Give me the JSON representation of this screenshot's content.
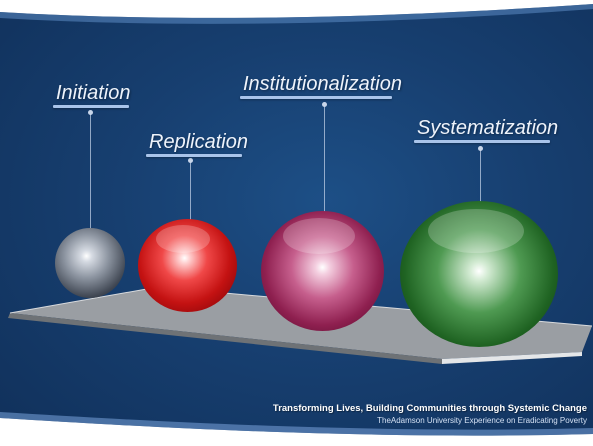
{
  "stages": [
    {
      "id": "initiation",
      "label": "Initiation"
    },
    {
      "id": "replication",
      "label": "Replication"
    },
    {
      "id": "institutionalization",
      "label": "Institutionalization"
    },
    {
      "id": "systematization",
      "label": "Systematization"
    }
  ],
  "footer": {
    "title": "Transforming Lives, Building Communities through Systemic Change",
    "subtitle": "TheAdamson University  Experience on Eradicating Poverty"
  },
  "colors": {
    "background": "#173f70",
    "label_text": "#eef3fb",
    "underline": "#a9c4ea",
    "platform": "#9a9ea3",
    "sphere_initiation": "#8e96a2",
    "sphere_replication": "#c41212",
    "sphere_institutionalization": "#8f2050",
    "sphere_systematization": "#1f6322"
  }
}
